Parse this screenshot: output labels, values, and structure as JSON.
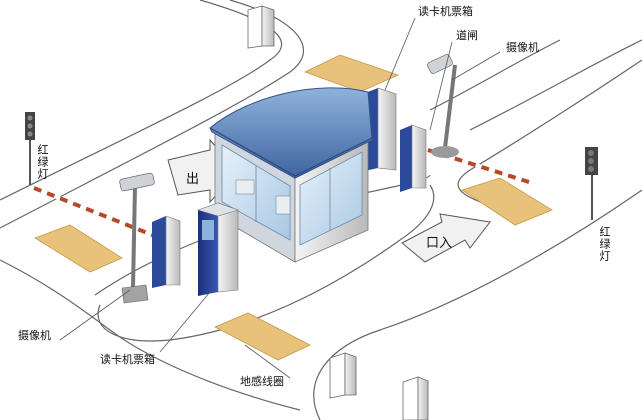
{
  "labels": {
    "reader_top": "读卡机票箱",
    "barrier": "道闸",
    "camera_top": "摄像机",
    "light_left": "红绿灯",
    "light_right": "红绿灯",
    "camera_bottom": "摄像机",
    "reader_bottom": "读卡机票箱",
    "loop": "地感线圈",
    "exit": "出",
    "entry": "口入"
  },
  "colors": {
    "booth_roof": "#5a7fb5",
    "booth_glass": "#bcd7ec",
    "kiosk_blue": "#233a8a",
    "loop_fill": "#e8c27a",
    "line": "#555555"
  }
}
